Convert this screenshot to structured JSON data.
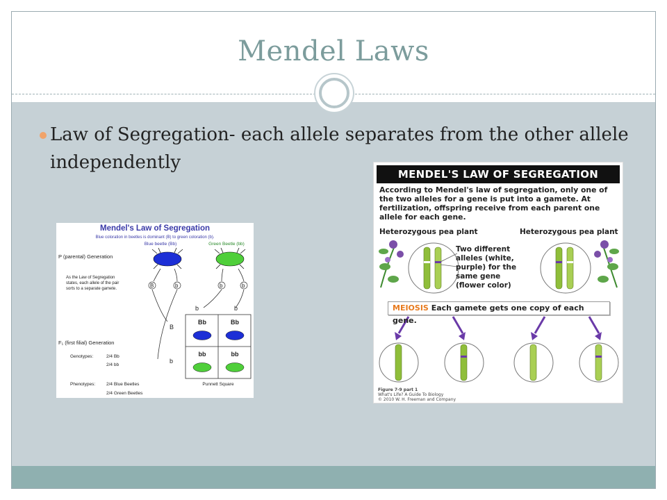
{
  "slide": {
    "title": "Mendel Laws",
    "bullets": [
      {
        "text": "Law of Segregation- each allele separates from the other allele independently"
      }
    ]
  },
  "figure_beetles": {
    "heading": "Mendel's Law of Segregation",
    "subheading": "Blue coloration in beetles is dominant (B) to green coloration (b).",
    "blue_label": "Blue beetle (Bb)",
    "green_label": "Green Beetle (bb)",
    "p_gen": "P (parental) Generation",
    "explain_1": "As the Law of Segregation",
    "explain_2": "states, each allele of the pair",
    "explain_3": "sorts to a separate gamete.",
    "allele_B": "B",
    "allele_b": "b",
    "f1_gen": "F₁ (first filial) Generation",
    "genotypes_label": "Genotypes:",
    "genotype_1": "2/4 Bb",
    "genotype_2": "2/4 bb",
    "phenotypes_label": "Phenotypes:",
    "phenotype_1": "2/4 Blue Beetles",
    "phenotype_2": "2/4 Green Beetles",
    "punnett_cells": [
      "Bb",
      "Bb",
      "bb",
      "bb"
    ],
    "punnett_label": "Punnett Square",
    "colors": {
      "heading": "#3a3aa8",
      "blue": "#1d2fd6",
      "green": "#4fcf3a"
    }
  },
  "figure_peas": {
    "header": "MENDEL'S LAW OF SEGREGATION",
    "paragraph": "According to Mendel's law of segregation, only one of the two alleles for a gene is put into a gamete. At fertilization, offspring receive from each parent one allele for each gene.",
    "left_plant": "Heterozygous pea plant",
    "right_plant": "Heterozygous pea plant",
    "note": "Two different alleles (white, purple) for the same gene (flower color)",
    "meiosis_keyword": "MEIOSIS",
    "meiosis_text": "Each gamete gets one copy of each gene.",
    "caption_1": "Figure 7-9 part 1",
    "caption_2": "What's Life? A Guide To Biology",
    "caption_3": "© 2010 W. H. Freeman and Company",
    "colors": {
      "chromosome": "#8fbe3a",
      "arrow": "#6a3aa8",
      "keyword": "#e77a1e"
    }
  }
}
